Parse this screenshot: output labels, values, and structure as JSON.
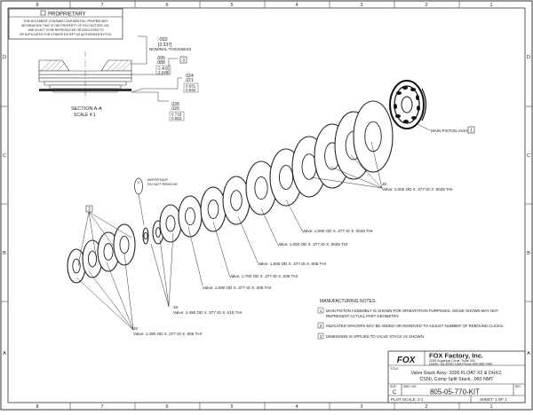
{
  "proprietary": {
    "title": "PROPRIETARY",
    "notice_lines": [
      "THIS DOCUMENT CONTAINS CONFIDENTIAL, PROPRIETARY",
      "INFORMATION THAT IS THE PROPERTY OF FOX FACTORY, INC.",
      "AND IS NOT TO BE REPRODUCED OR DISCLOSED TO",
      "OR DUPLICATED FOR OTHERS EXCEPT AS AUTHORIZED BY FOX."
    ]
  },
  "border": {
    "cols_top": [
      "8",
      "7",
      "6",
      "5",
      "4",
      "3",
      "2",
      "1"
    ],
    "cols_bottom": [
      "8",
      "7",
      "6",
      "5",
      "4",
      "3",
      "2",
      "1"
    ],
    "rows": [
      "D",
      "C",
      "B",
      "A"
    ]
  },
  "section": {
    "label": "SECTION A-A",
    "scale": "SCALE 4:1",
    "dims": {
      "nominal_a": ".092",
      "nominal_mm": "[2.337]",
      "nominal_label": "NOMINAL THICKNESS",
      "d1": ".095",
      "d2": ".088",
      "d1_mm": "2.402",
      "d2_mm": "2.248",
      "balloon": "3",
      "e1": ".024",
      "e2": ".021",
      "e1_mm": "0.631",
      "e2_mm": "0.542",
      "f1": ".028",
      "f2": ".026",
      "f1_mm": "0.718",
      "f2_mm": "0.653"
    }
  },
  "piston": {
    "label": "MAIN PISTON ASSY",
    "balloon": "1"
  },
  "important_note": {
    "lines": [
      "IMPORTANT",
      "DO NOT REMOVE"
    ],
    "balloon": "3"
  },
  "balloon_2": "2",
  "callouts": [
    {
      "qty": "30",
      "text": "Valve: 1.000 OD X .377 ID X .0045 THI"
    },
    {
      "qty": "",
      "text": "Valve: 1.000 OD X .377 ID X .0045 THI"
    },
    {
      "qty": "",
      "text": "Valve: 1.000 OD X .377 ID X .0045 THI"
    },
    {
      "qty": "",
      "text": "Valve: 1.800 OD X .377 ID X .006 THI"
    },
    {
      "qty": "",
      "text": "Valve: 1.700 OD X .377 ID X .006 THI"
    },
    {
      "qty": "",
      "text": "Valve: 1.600 OD X .377 ID X .006 THI"
    },
    {
      "qty": "3X",
      "text": "Valve: 1.490 OD X .377 ID X .010 THI"
    },
    {
      "qty": "20",
      "text": "Valve: 1.490 OD X .377 ID X .006 THI"
    }
  ],
  "notes": {
    "title": "MANUFACTURING NOTES:",
    "items": [
      {
        "num": "1",
        "lines": [
          "MAIN PISTON ASSEMBLY IS SHOWN FOR ORIENTATION PURPOSES. IMAGE SHOWN MAY NOT",
          "REPRESENT ACTUAL PART GEOMETRY."
        ]
      },
      {
        "num": "2",
        "lines": [
          "INDICATED SPACERS MAY BE ADDED OR REMOVED TO ADJUST NUMBER OF REBOUND CLICKS."
        ]
      },
      {
        "num": "3",
        "lines": [
          "DIMENSION IS APPLIED TO VALVE STACK AS SHOWN."
        ]
      }
    ]
  },
  "title_block": {
    "logo": "FOX",
    "company": "FOX Factory, Inc.",
    "address1": "2055 Sugarloaf Circle, Suite 300",
    "address2": "Duluth, Ga 30097 USA Phone 800-369-7469",
    "title_label": "TITLE",
    "title_lines": [
      "Valve Stack Assy: 2026 FLOAT X2 & DHX2,",
      "CS50, Comp Split Stack, .060 NMT"
    ],
    "size_label": "SIZE",
    "size": "C",
    "dwg_label": "DWG. NO.",
    "dwg": "805-05-770-KIT",
    "rev_label": "REV",
    "rev": "",
    "plot_scale": "PLOT SCALE: 2:1",
    "sheet": "SHEET: 1 OF 1"
  }
}
